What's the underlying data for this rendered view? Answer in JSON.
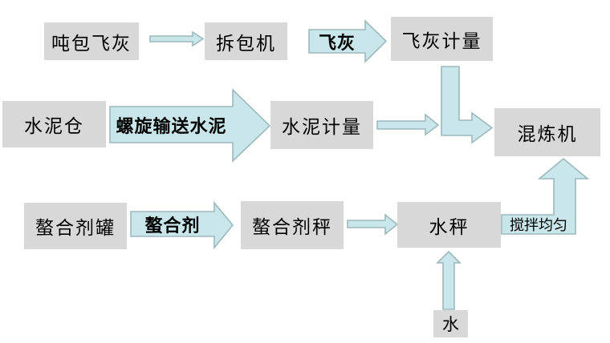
{
  "diagram": {
    "type": "flowchart",
    "description_visible_only": "process flow diagram with gray boxes and cyan arrows",
    "nodes": [
      {
        "id": "ton-bag-fly-ash",
        "label": "吨包飞灰"
      },
      {
        "id": "unpacking-machine",
        "label": "拆包机"
      },
      {
        "id": "fly-ash-metering",
        "label": "飞灰计量"
      },
      {
        "id": "cement-silo",
        "label": "水泥仓"
      },
      {
        "id": "cement-metering",
        "label": "水泥计量"
      },
      {
        "id": "mixer",
        "label": "混炼机"
      },
      {
        "id": "chelating-agent-tank",
        "label": "螯合剂罐"
      },
      {
        "id": "chelating-agent-scale",
        "label": "螯合剂秤"
      },
      {
        "id": "water-scale",
        "label": "水秤"
      },
      {
        "id": "water",
        "label": "水"
      }
    ],
    "arrow_labels": [
      {
        "id": "fly-ash",
        "label": "飞灰"
      },
      {
        "id": "screw-conveying-cement",
        "label": "螺旋输送水泥"
      },
      {
        "id": "chelating-agent",
        "label": "螯合剂"
      },
      {
        "id": "mix-evenly",
        "label": "搅拌均匀"
      }
    ],
    "edges": [
      {
        "from": "吨包飞灰",
        "to": "拆包机",
        "label": ""
      },
      {
        "from": "拆包机",
        "to": "飞灰计量",
        "label": "飞灰"
      },
      {
        "from": "飞灰计量",
        "to": "混炼机",
        "label": ""
      },
      {
        "from": "水泥仓",
        "to": "水泥计量",
        "label": "螺旋输送水泥"
      },
      {
        "from": "水泥计量",
        "to": "混炼机",
        "label": ""
      },
      {
        "from": "螯合剂罐",
        "to": "螯合剂秤",
        "label": "螯合剂"
      },
      {
        "from": "螯合剂秤",
        "to": "水秤",
        "label": ""
      },
      {
        "from": "水秤",
        "to": "混炼机",
        "label": "搅拌均匀"
      },
      {
        "from": "水",
        "to": "水秤",
        "label": ""
      }
    ],
    "colors": {
      "node_background": "#d8d8d8",
      "arrow_fill": "#c9e6ea",
      "arrow_stroke": "#9cb9bd",
      "text": "#000000",
      "page_background": "#ffffff"
    }
  }
}
